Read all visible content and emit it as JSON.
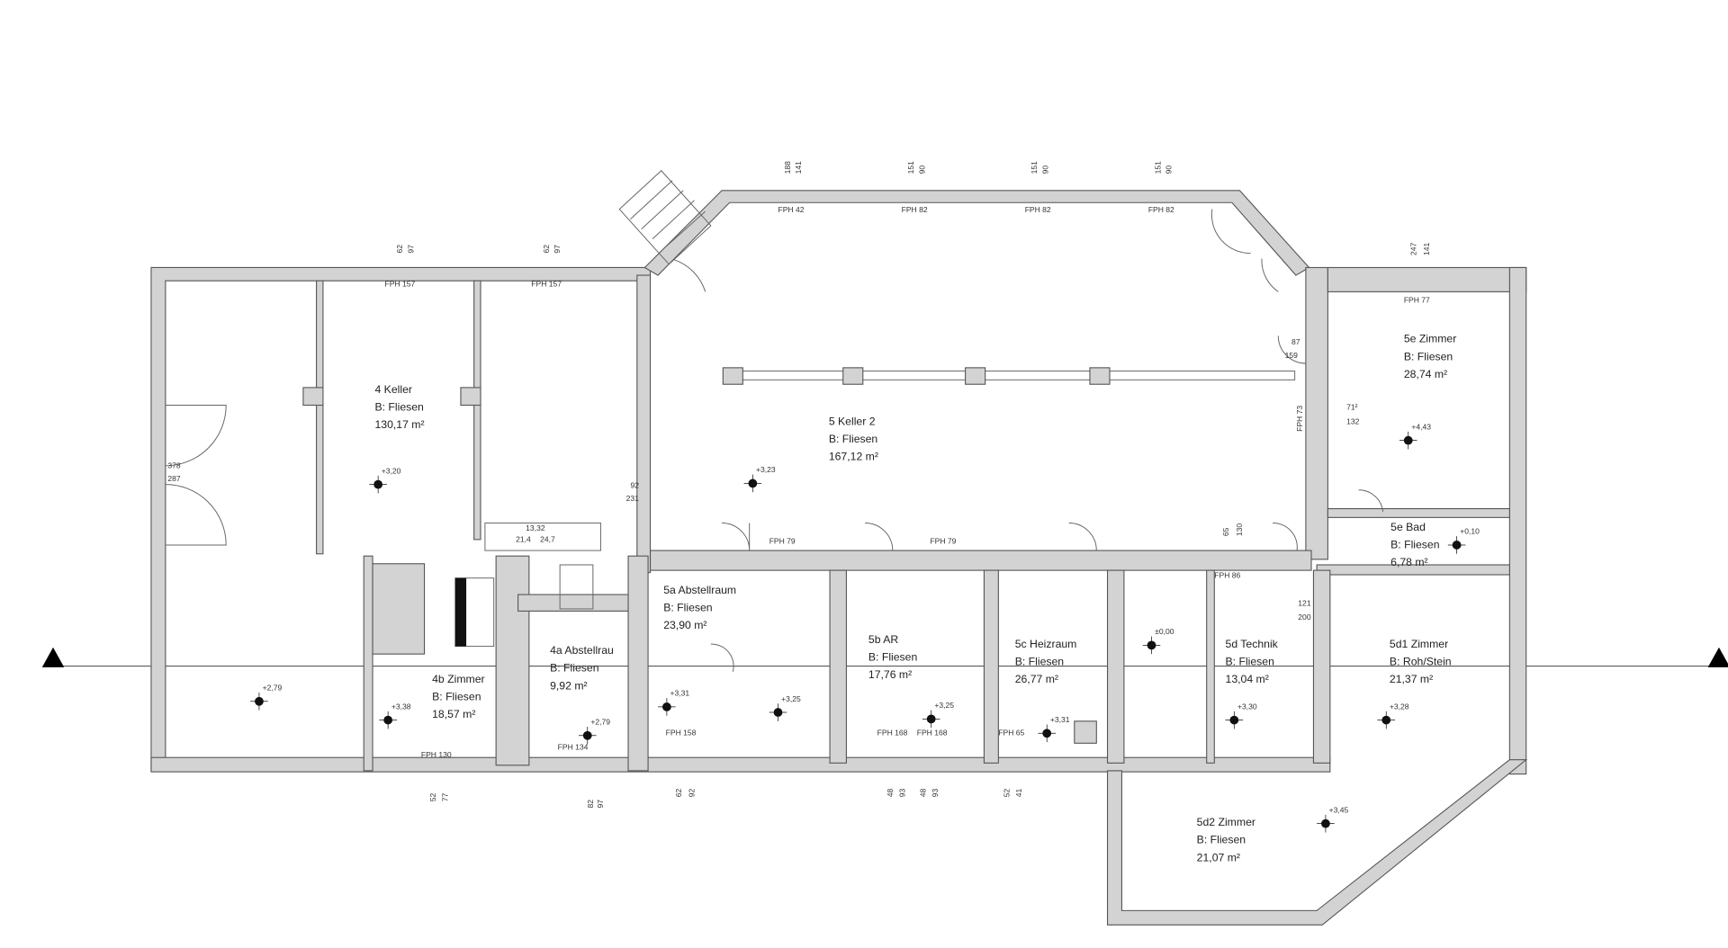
{
  "rooms": [
    {
      "name": "4 Keller",
      "floor": "B: Fliesen",
      "area": "130,17 m²"
    },
    {
      "name": "5 Keller 2",
      "floor": "B: Fliesen",
      "area": "167,12 m²"
    },
    {
      "name": "5e Zimmer",
      "floor": "B: Fliesen",
      "area": "28,74 m²"
    },
    {
      "name": "5e Bad",
      "floor": "B: Fliesen",
      "area": "6,78 m²"
    },
    {
      "name": "5a Abstellraum",
      "floor": "B: Fliesen",
      "area": "23,90 m²"
    },
    {
      "name": "5b AR",
      "floor": "B: Fliesen",
      "area": "17,76 m²"
    },
    {
      "name": "5c Heizraum",
      "floor": "B: Fliesen",
      "area": "26,77 m²"
    },
    {
      "name": "5d Technik",
      "floor": "B: Fliesen",
      "area": "13,04 m²"
    },
    {
      "name": "5d1 Zimmer",
      "floor": "B: Roh/Stein",
      "area": "21,37 m²"
    },
    {
      "name": "5d2 Zimmer",
      "floor": "B: Fliesen",
      "area": "21,07 m²"
    },
    {
      "name": "4b Zimmer",
      "floor": "B: Fliesen",
      "area": "18,57 m²"
    },
    {
      "name": "4a Abstellrau",
      "floor": "B: Fliesen",
      "area": "9,92 m²"
    }
  ],
  "levels": [
    "+3,20",
    "+3,23",
    "+4,43",
    "+0,10",
    "+3,31",
    "+3,25",
    "+3,25",
    "+3,31",
    "+3,30",
    "+3,28",
    "+3,45",
    "+3,38",
    "+2,79",
    "+2,79",
    "±0,00"
  ],
  "fph": [
    "FPH 157",
    "FPH 157",
    "FPH 42",
    "FPH 82",
    "FPH 82",
    "FPH 82",
    "FPH 77",
    "FPH 73",
    "FPH 79",
    "FPH 79",
    "FPH 86",
    "FPH 130",
    "FPH 134",
    "FPH 158",
    "FPH 168",
    "FPH 168",
    "FPH 65"
  ],
  "dimensions": [
    "378",
    "287",
    "92",
    "231",
    "71²",
    "132",
    "87",
    "159",
    "121",
    "200",
    "188",
    "141",
    "151",
    "90",
    "151",
    "90",
    "151",
    "90",
    "247",
    "141",
    "62",
    "97",
    "62",
    "97",
    "52",
    "77",
    "82",
    "97",
    "62",
    "92",
    "48",
    "93",
    "48",
    "93",
    "52",
    "41",
    "13,32",
    "21,4",
    "24,7",
    "65",
    "130"
  ]
}
